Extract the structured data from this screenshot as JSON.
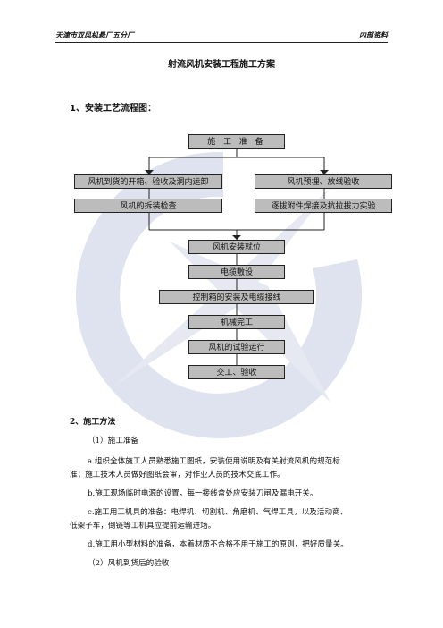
{
  "header": {
    "company": "天津市双风机悬厂五分厂",
    "label": "内部资料"
  },
  "title": "射流风机安装工程施工方案",
  "section1": {
    "number": "1",
    "title": "、安装工艺流程图",
    "colon": "："
  },
  "flow": {
    "prepare": "施 工 准 备",
    "unpack": "风机到货的开箱、验收及洞内运卸",
    "embed": "风机预埋、放线验收",
    "inspect": "风机的拆装检查",
    "weld": "逐拔附件焊接及抗拉拔力实验",
    "place": "风机安装就位",
    "cable": "电缆敷设",
    "control": "控制箱的安装及电缆接线",
    "mech": "机械完工",
    "trial": "风机的试验运行",
    "accept": "交工、验收"
  },
  "section2": {
    "title": "2、施工方法",
    "p1": "（1）施工准备",
    "pa_1": "a.组织全体施工人员熟悉施工图纸，安装使用说明及有关射流风机的规范标",
    "pa_2": "准；施工技术人员做好图纸会审，对作业人员的技术交底工作。",
    "pb": "b.施工现场临时电源的设置，每一接线盒处应安装刀闸及漏电开关。",
    "pc_1": "c.施工用工机具的准备：电焊机、切割机、角磨机、气焊工具，以及活动商、",
    "pc_2": "低架子车，倒链等工机具应提前运输进场。",
    "pd": "d.施工用小型材料的准备，本着材质不合格不用于施工的原则，把好质量关。",
    "p2": "（2）风机到货后的验收"
  },
  "colors": {
    "box_fill": "#bcbcbc",
    "watermark": "#dfe3ef"
  }
}
